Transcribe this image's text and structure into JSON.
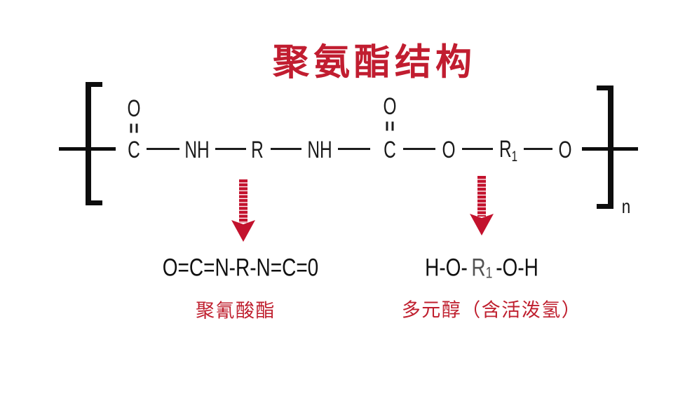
{
  "title": {
    "text": "聚氨酯结构"
  },
  "colors": {
    "title_red": "#c11d30",
    "label_red": "#bf1f2e",
    "arrow_red": "#c3122d",
    "structure_black": "#0d0d0d",
    "background": "#ffffff"
  },
  "structure": {
    "repeat_subscript": "n",
    "atoms": {
      "carbonyl1_oxygen": "O",
      "carbonyl1_carbon": "C",
      "amide1": "NH",
      "r_group": "R",
      "amide2": "NH",
      "carbonyl2_oxygen": "O",
      "carbonyl2_carbon": "C",
      "ester_oxygen1": "O",
      "r1_base": "R",
      "r1_sub": "1",
      "ester_oxygen2": "O"
    }
  },
  "icons": {
    "left_arrow": "striped-down-arrow",
    "right_arrow": "striped-down-arrow"
  },
  "monomers": {
    "isocyanate": {
      "formula": "O=C=N-R-N=C=0",
      "label": "聚氰酸酯"
    },
    "polyol": {
      "prefix": "H-O-",
      "r_base": "R",
      "r_sub": "1",
      "suffix": "-O-H",
      "label": "多元醇（含活泼氢）"
    }
  }
}
